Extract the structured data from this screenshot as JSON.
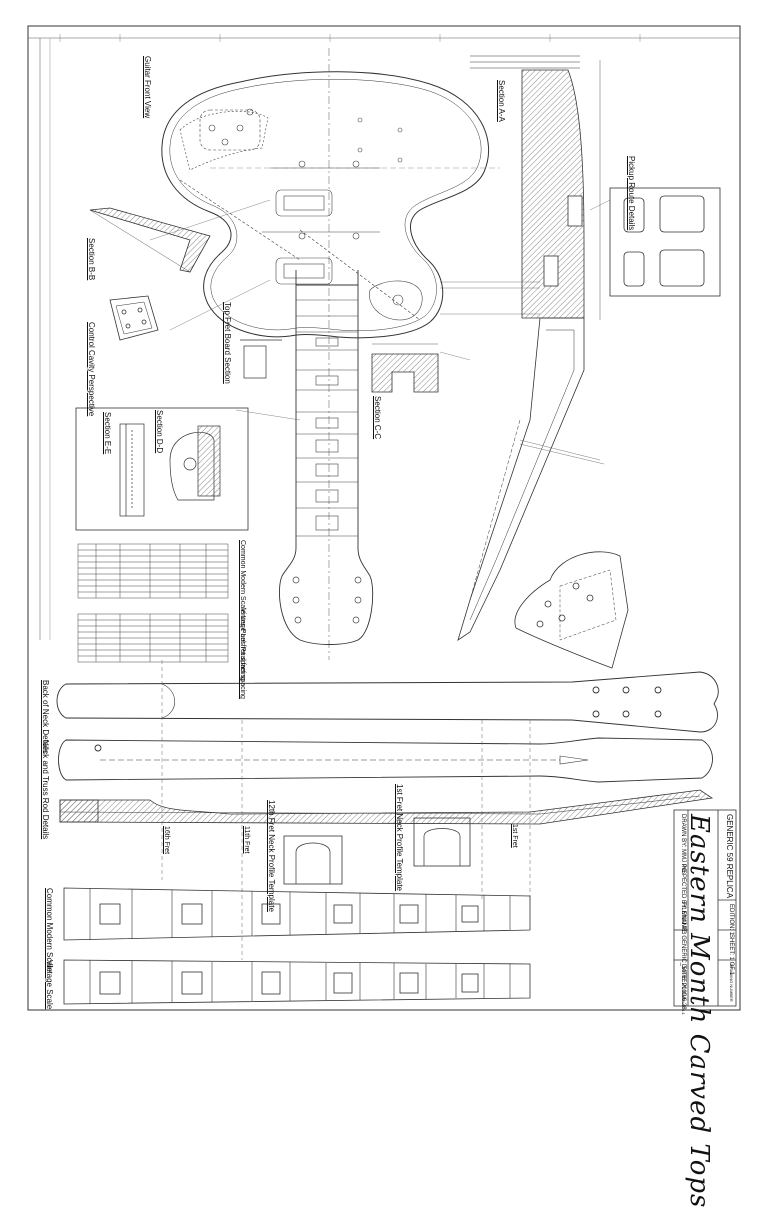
{
  "drawing": {
    "company": "Eastern Month Carved Tops",
    "title_block": {
      "drawn_by": "DRAWN BY: MMJ PG",
      "inspected_by": "INSPECTED BY: MMJ PG",
      "filename": "FILENAME: GENERIC_59 REPLICA",
      "date": "DATE: 2010.6.28",
      "scale": "SCALE: 1:1",
      "part": "GENERIC 59 REPLICA",
      "edition": "EDITION: 1",
      "sheet": "SHEET: 1 OF 1",
      "note": "DRAWING NUMBER"
    },
    "views": {
      "guitar_front": "Guitar Front View",
      "section_a": "Section A-A",
      "section_b": "Section B-B",
      "control_cavity": "Control Cavity Perspective",
      "top_fretboard": "Top Fret Board Section",
      "section_c": "Section C-C",
      "section_d": "Section D-D",
      "section_e": "Section E-E",
      "pickup_route": "Pickup Route Details",
      "common_scale": "Common Modern Scale Les Paul fret spacing",
      "vintage_scale": "Vintage Les Paul fret spacing",
      "back_neck": "Back of Neck Details",
      "neck_truss": "Neck and Truss Rod Details",
      "fret_12": "12th Fret Neck Profile Template",
      "fret_1": "1st Fret Neck Profile Template",
      "fret_16": "16th Fret",
      "fret_11": "11th Fret",
      "fret_1_short": "1st Fret",
      "common_modern_scale": "Common Modern Scale",
      "vintage_scale_short": "Vintage Scale"
    }
  },
  "colors": {
    "line": "#333333",
    "hatch": "#555555",
    "paper": "#ffffff"
  }
}
